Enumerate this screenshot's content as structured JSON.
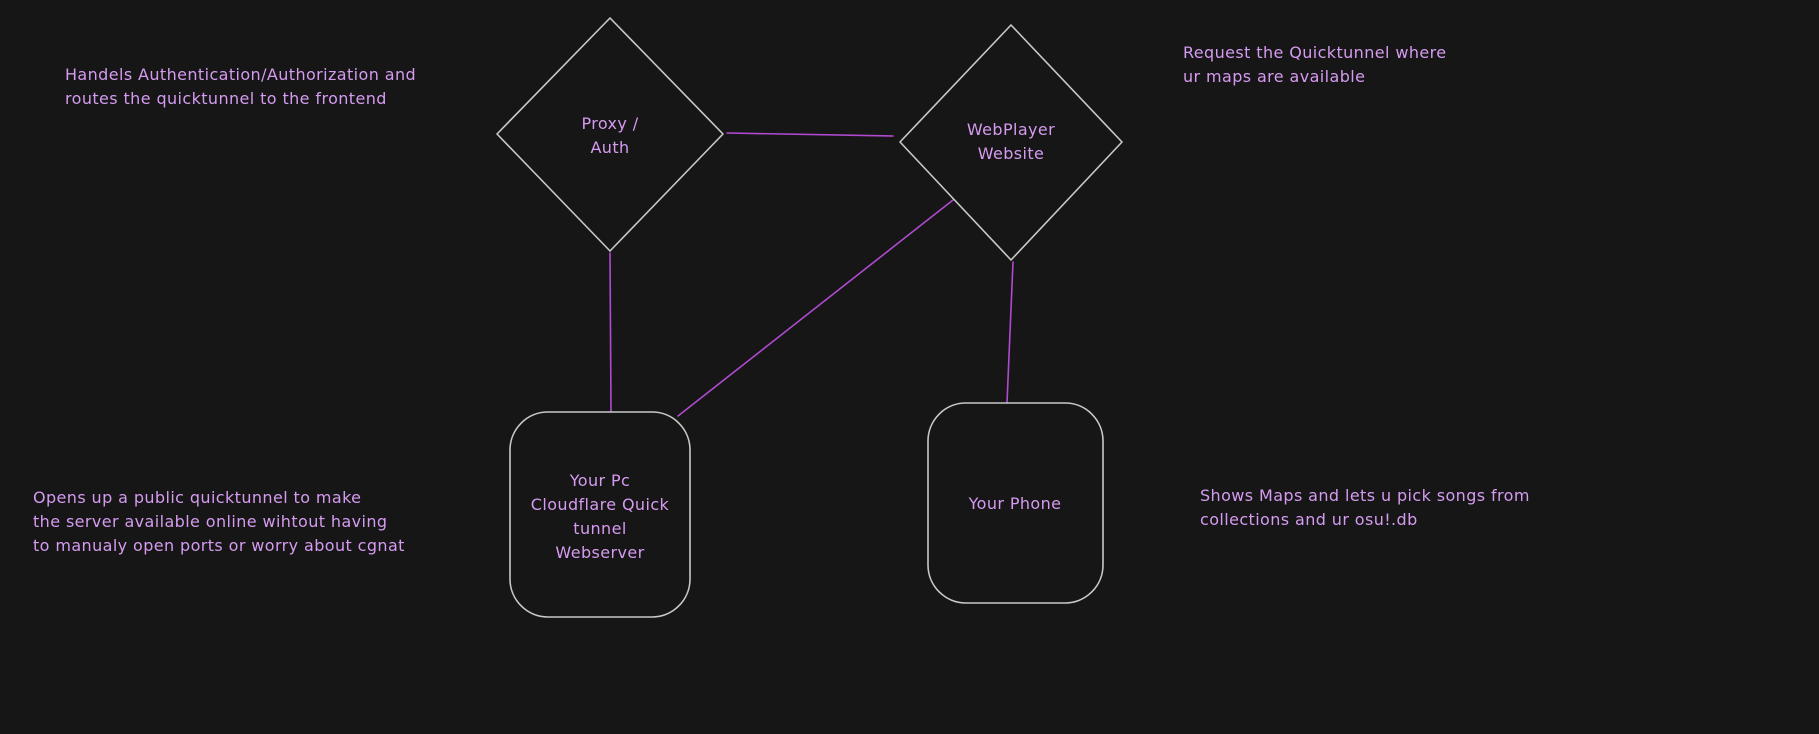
{
  "colors": {
    "background": "#161616",
    "shape_stroke": "#c9c9c9",
    "edge_stroke": "#b04ad2",
    "text_violet": "#d59bf0"
  },
  "nodes": {
    "proxy_auth": {
      "label": "Proxy /\nAuth"
    },
    "webplayer": {
      "label": "WebPlayer\nWebsite"
    },
    "pc_webserver": {
      "label": "Your Pc\nCloudflare Quick\ntunnel\nWebserver"
    },
    "phone": {
      "label": "Your Phone"
    }
  },
  "annotations": {
    "top_left": {
      "text": "Handels Authentication/Authorization and\nroutes the quicktunnel to the frontend"
    },
    "top_right": {
      "text": "Request the Quicktunnel where\nur maps are available"
    },
    "bottom_left": {
      "text": "Opens up a public quicktunnel to make\nthe server available online wihtout having\nto manualy open ports or worry about cgnat"
    },
    "bottom_right": {
      "text": "Shows Maps and lets u pick songs from\ncollections and ur osu!.db"
    }
  },
  "edges": [
    {
      "name": "proxy-to-webplayer"
    },
    {
      "name": "proxy-to-pc"
    },
    {
      "name": "webplayer-to-pc"
    },
    {
      "name": "webplayer-to-phone"
    }
  ]
}
